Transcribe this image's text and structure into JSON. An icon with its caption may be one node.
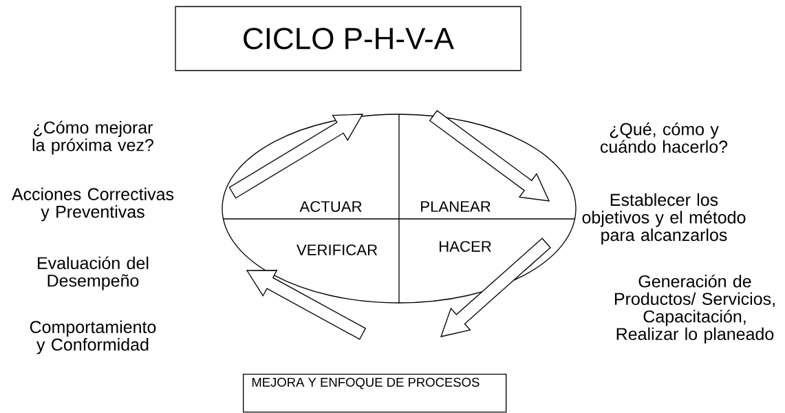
{
  "diagram": {
    "nodes": [
      {
        "text": [
          "CICLO P-H-V-A"
        ]
      },
      {
        "text": [
          "ACTUAR",
          "PLANEAR",
          "VERIFICAR",
          "HACER"
        ]
      },
      {
        "text": [
          "MEJORA Y ENFOQUE DE PROCESOS"
        ]
      }
    ],
    "edges": [],
    "labels": [
      "¿Cómo mejorar la próxima vez?",
      "¿Qué, cómo y cuándo hacerlo?",
      "Acciones Correctivas y Preventivas",
      "Establecer los objetivos y el método para alcanzarlos",
      "Evaluación del Desempeño",
      "Generación de Productos/ Servicios, Capacitación, Realizar lo planeado",
      "Comportamiento y Conformidad"
    ]
  }
}
